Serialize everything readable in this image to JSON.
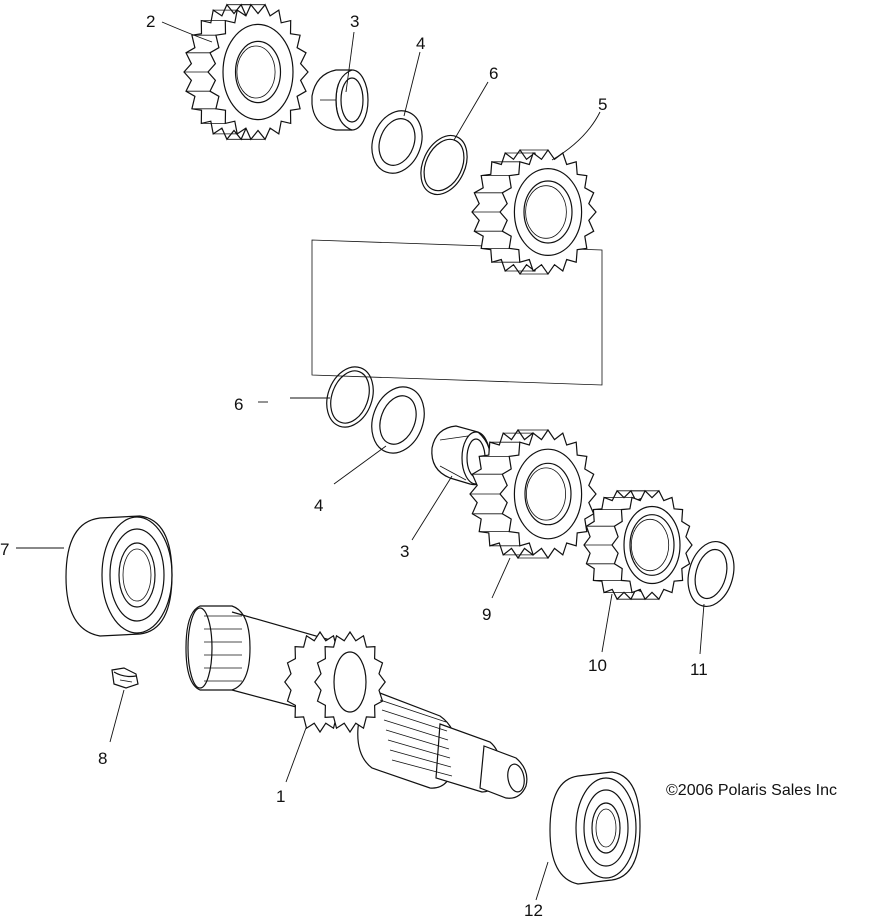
{
  "diagram": {
    "copyright": "©2006 Polaris Sales Inc",
    "callouts": {
      "c1": "1",
      "c2": "2",
      "c3a": "3",
      "c3b": "3",
      "c4a": "4",
      "c4b": "4",
      "c5": "5",
      "c6a": "6",
      "c6b": "6",
      "c7": "7",
      "c8": "8",
      "c9": "9",
      "c10": "10",
      "c11": "11",
      "c12": "12"
    }
  }
}
